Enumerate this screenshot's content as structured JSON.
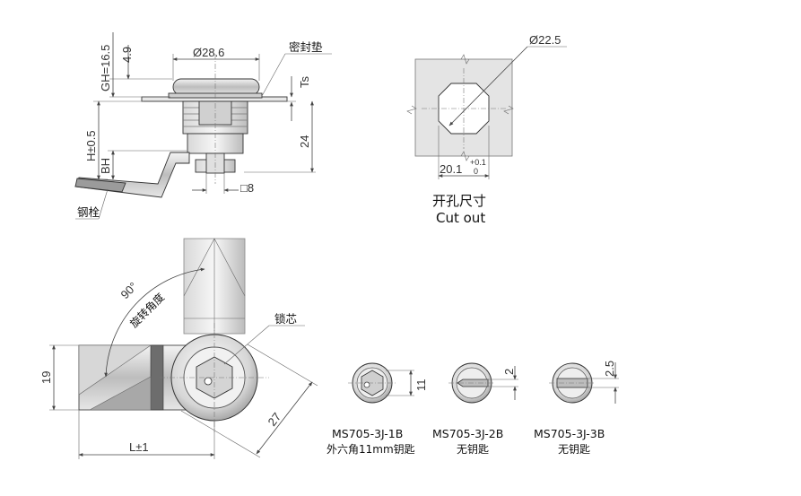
{
  "side_view": {
    "dim_diameter": "Ø28.6",
    "dim_gh": "GH=16.5",
    "dim_49": "4.9",
    "dim_ts": "Ts",
    "dim_h": "H±0.5",
    "dim_bh": "BH",
    "dim_24": "24",
    "dim_square": "□8",
    "label_gasket": "密封垫",
    "label_latch": "钢栓"
  },
  "cutout": {
    "dim_diameter": "Ø22.5",
    "dim_width": "20.1",
    "tol_plus": "+0.1",
    "tol_zero": "0",
    "title_cn": "开孔尺寸",
    "title_en": "Cut out"
  },
  "front_view": {
    "dim_angle": "90°",
    "label_rotation": "旋转角度",
    "label_core": "锁芯",
    "dim_19": "19",
    "dim_27": "27",
    "dim_l": "L±1"
  },
  "variants": [
    {
      "model": "MS705-3J-1B",
      "desc": "外六角11mm钥匙",
      "dim": "11"
    },
    {
      "model": "MS705-3J-2B",
      "desc": "无钥匙",
      "dim": "2"
    },
    {
      "model": "MS705-3J-3B",
      "desc": "无钥匙",
      "dim": "2.5"
    }
  ]
}
